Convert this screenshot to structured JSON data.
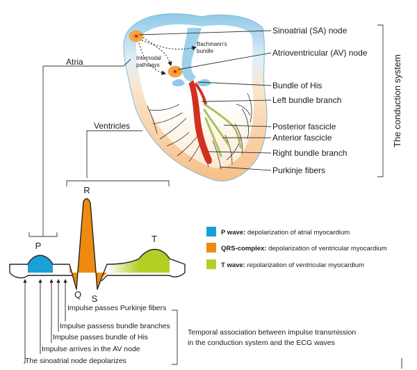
{
  "heart_labels": {
    "sa_node": "Sinoatrial (SA) node",
    "av_node": "Atrioventricular (AV) node",
    "bundle_his": "Bundle of His",
    "left_bundle": "Left bundle branch",
    "posterior_fascicle": "Posterior fascicle",
    "anterior_fascicle": "Anterior fascicle",
    "right_bundle": "Right bundle branch",
    "purkinje": "Purkinje fibers",
    "atria": "Atria",
    "ventricles": "Ventricles",
    "bachmann_line1": "Bachmann's",
    "bachmann_line2": "bundle",
    "internodal_line1": "Internodal",
    "internodal_line2": "pathways"
  },
  "system_title": "The conduction system",
  "waves": {
    "p": "P",
    "q": "Q",
    "r": "R",
    "s": "S",
    "t": "T"
  },
  "legend": [
    {
      "bold": "P wave:",
      "text": " depolarization of atrial myocardium",
      "color": "#1a9fd6"
    },
    {
      "bold": "QRS-complex:",
      "text": " depolarization of ventricular myocardium",
      "color": "#ef8a10"
    },
    {
      "bold": "T wave:",
      "text": " repolarization of ventricular myocardium",
      "color": "#b3cf26"
    }
  ],
  "impulses": [
    "Impulse passes Purkinje fibers",
    "Impulse passess bundle branches",
    "Impulse passes bundle of His",
    "Impulse arrives in the AV node",
    "The sinoatrial node depolarizes"
  ],
  "caption_line1": "Temporal association between impulse transmission",
  "caption_line2": "in the conduction system and the ECG waves",
  "colors": {
    "atria_blue": "#8ec9e8",
    "ventricle_orange": "#f6c38f",
    "node_orange": "#f0a23a",
    "his_red": "#d5301e",
    "fascicle_green": "#a9c25a",
    "p_blue": "#1a9fd6",
    "qrs_orange": "#ef8a10",
    "t_green": "#b3cf26"
  }
}
